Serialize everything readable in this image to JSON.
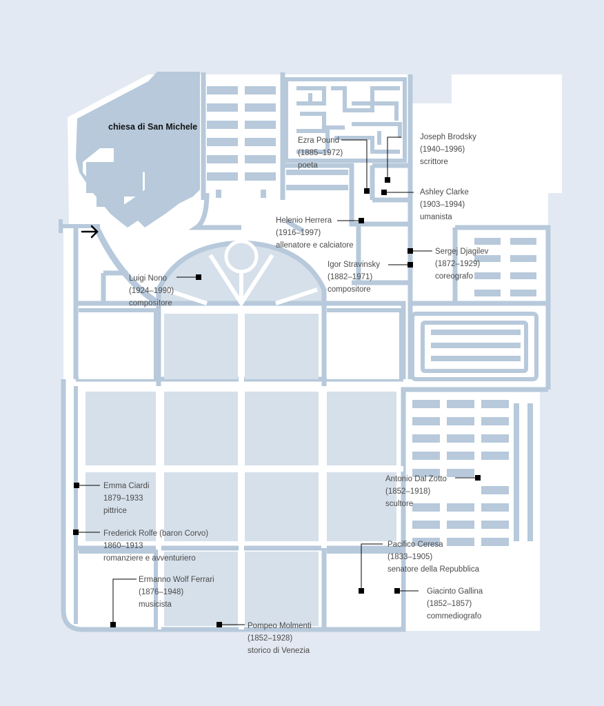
{
  "colors": {
    "background": "#e3e9f2",
    "ground": "#ffffff",
    "paths": "#b7c9db",
    "plots": "#d6e0ea",
    "church": "#b7c9db",
    "markers": "#000000",
    "text": "#4a4a4a"
  },
  "church": {
    "name": "chiesa di San Michele"
  },
  "entrance": {
    "icon": "arrow-right-icon"
  },
  "graves": [
    {
      "id": "ezra-pound",
      "name": "Ezra Pound",
      "dates": "(1885–1972)",
      "role": "poeta"
    },
    {
      "id": "joseph-brodsky",
      "name": "Joseph Brodsky",
      "dates": "(1940–1996)",
      "role": "scrittore"
    },
    {
      "id": "ashley-clarke",
      "name": "Ashley Clarke",
      "dates": "(1903–1994)",
      "role": "umanista"
    },
    {
      "id": "helenio-herrera",
      "name": "Helenio Herrera",
      "dates": "(1916–1997)",
      "role": "allenatore e calciatore"
    },
    {
      "id": "sergej-djagilev",
      "name": "Sergej Djagilev",
      "dates": "(1872–1929)",
      "role": "coreografo"
    },
    {
      "id": "igor-stravinsky",
      "name": "Igor Stravinsky",
      "dates": "(1882–1971)",
      "role": "compositore"
    },
    {
      "id": "luigi-nono",
      "name": "Luigi Nono",
      "dates": "(1924–1990)",
      "role": "compositore"
    },
    {
      "id": "antonio-dal-zotto",
      "name": "Antonio Dal Zotto",
      "dates": "(1852–1918)",
      "role": "scultore"
    },
    {
      "id": "emma-ciardi",
      "name": "Emma Ciardi",
      "dates": "1879–1933",
      "role": "pittrice"
    },
    {
      "id": "frederick-rolfe",
      "name": "Frederick Rolfe (baron Corvo)",
      "dates": "1860–1913",
      "role": "romanziere e avventuriero"
    },
    {
      "id": "pacifico-ceresa",
      "name": "Pacifico Ceresa",
      "dates": "(1833–1905)",
      "role": "senatore della Repubblica"
    },
    {
      "id": "ermanno-wolf-ferrari",
      "name": "Ermanno Wolf Ferrari",
      "dates": "(1876–1948)",
      "role": "musicista"
    },
    {
      "id": "giacinto-gallina",
      "name": "Giacinto Gallina",
      "dates": "(1852–1857)",
      "role": "commediografo"
    },
    {
      "id": "pompeo-molmenti",
      "name": "Pompeo Molmenti",
      "dates": "(1852–1928)",
      "role": "storico di Venezia"
    }
  ]
}
